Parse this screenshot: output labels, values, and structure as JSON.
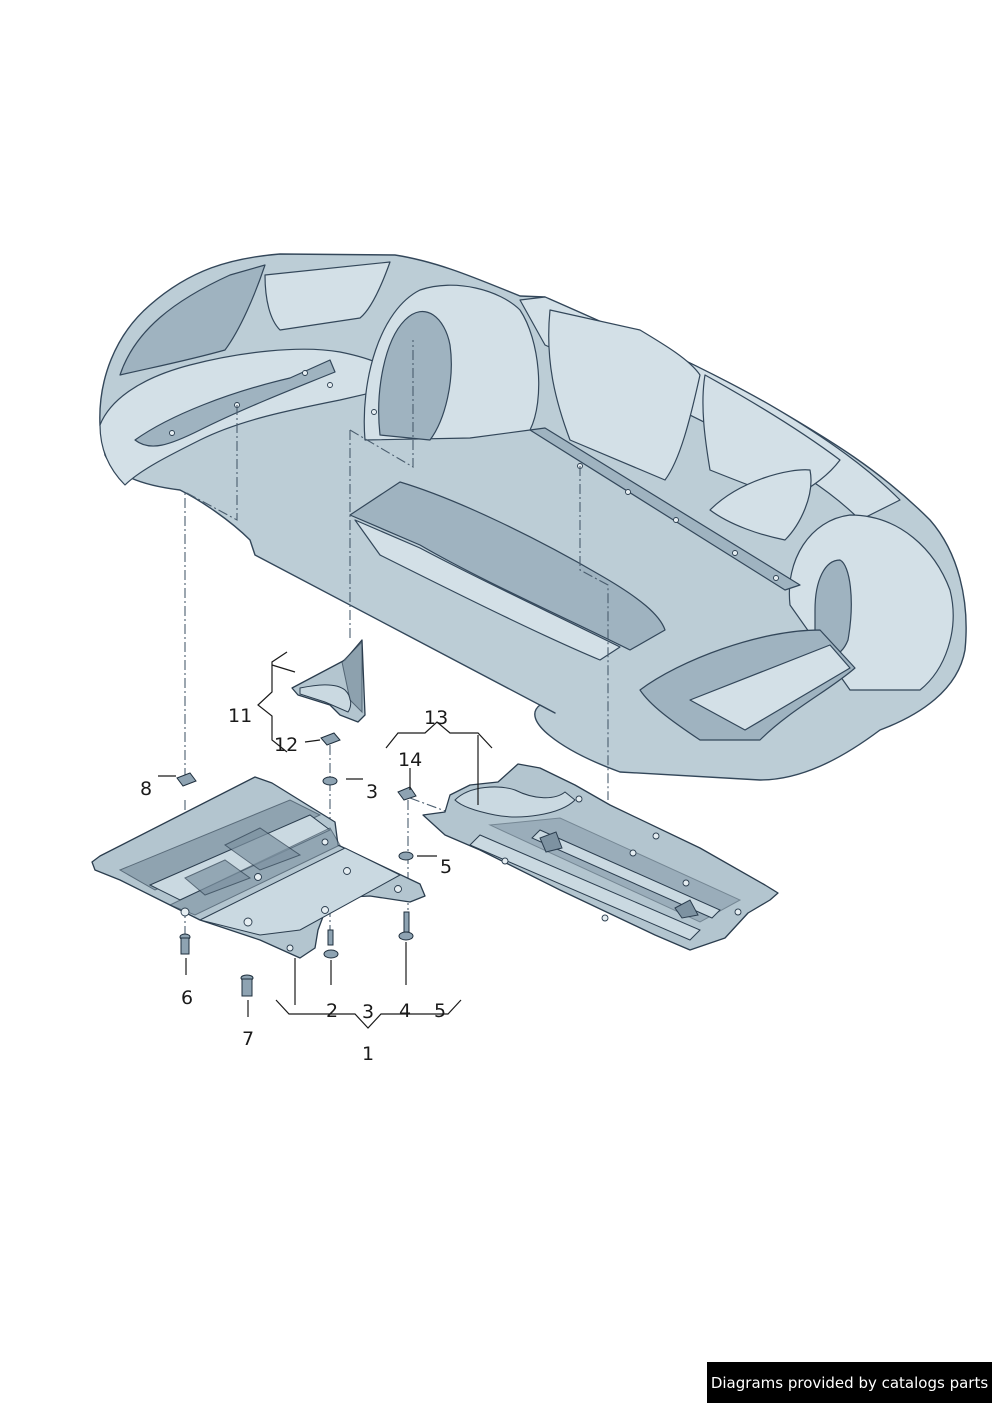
{
  "callouts": {
    "c1": "1",
    "c2": "2",
    "c3a": "3",
    "c3b": "3",
    "c4": "4",
    "c5a": "5",
    "c5b": "5",
    "c6": "6",
    "c7": "7",
    "c8": "8",
    "c11": "11",
    "c12": "12",
    "c13": "13",
    "c14": "14"
  },
  "footer": {
    "credit": "Diagrams provided by catalogs parts"
  },
  "colors": {
    "body": "#bccdd6",
    "outline": "#33475a",
    "footer_bg": "#000000",
    "footer_text": "#ffffff"
  }
}
